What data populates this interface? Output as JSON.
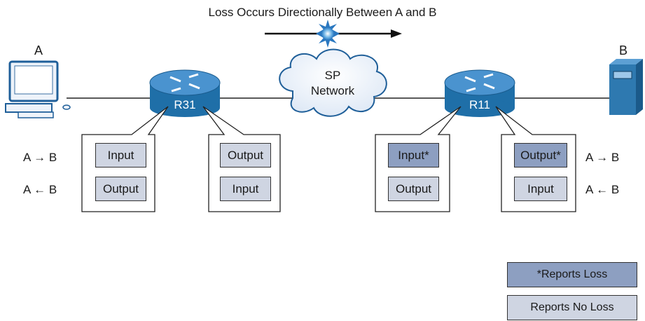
{
  "title": "Loss Occurs Directionally Between A and B",
  "endpoints": {
    "a_label": "A",
    "b_label": "B"
  },
  "cloud": {
    "line1": "SP",
    "line2": "Network"
  },
  "routers": {
    "r31": "R31",
    "r11": "R11"
  },
  "interfaces": {
    "r31_left": {
      "top": "Input",
      "bottom": "Output"
    },
    "r31_right": {
      "top": "Output",
      "bottom": "Input"
    },
    "r11_left": {
      "top": "Input*",
      "bottom": "Output"
    },
    "r11_right": {
      "top": "Output*",
      "bottom": "Input"
    }
  },
  "directions": {
    "a_to_b": "A → B",
    "a_from_b": "A ← B"
  },
  "legend": {
    "loss": "*Reports Loss",
    "no_loss": "Reports No Loss"
  },
  "colors": {
    "loss_fill": "#8d9fc1",
    "no_loss_fill": "#cfd5e2",
    "router_blue": "#1f6fa8",
    "server_blue": "#2e79b0"
  }
}
